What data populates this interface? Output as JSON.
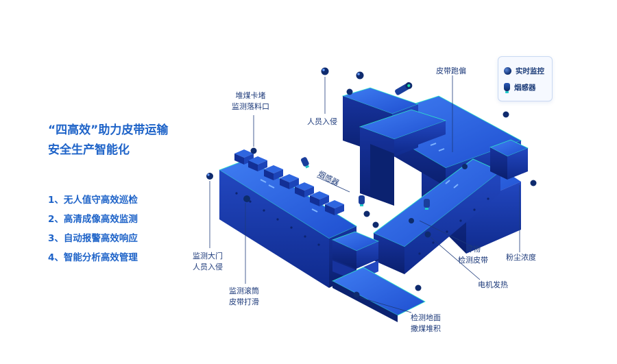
{
  "title": {
    "line1": "“四高效”助力皮带运输",
    "line2": "安全生产智能化"
  },
  "features": [
    "1、无人值守高效巡检",
    "2、高清成像高效监测",
    "3、自动报警高效响应",
    "4、智能分析高效管理"
  ],
  "legend": {
    "camera": "实时监控",
    "smoke": "烟感器"
  },
  "callouts": {
    "coal_block": [
      "堆煤卡堵",
      "监测落料口"
    ],
    "intrusion_top": [
      "人员入侵"
    ],
    "belt_deviation": [
      "皮带跑偏"
    ],
    "smoke_sensor": [
      "烟感器"
    ],
    "gate": [
      "监测大门",
      "人员入侵"
    ],
    "roller": [
      "监测滚筒",
      "皮带打滑"
    ],
    "foreign": [
      "异物",
      "检测皮带"
    ],
    "dust": [
      "粉尘浓度"
    ],
    "motor": [
      "电机发热"
    ],
    "ground": [
      "检测地面",
      "撒煤堆积"
    ]
  },
  "colors": {
    "accent": "#1e63c8",
    "belt_dark": "#0e2a8a",
    "belt_mid": "#1f4fd0",
    "belt_light": "#3a74ee",
    "edge_glow": "#2ee6c8"
  }
}
